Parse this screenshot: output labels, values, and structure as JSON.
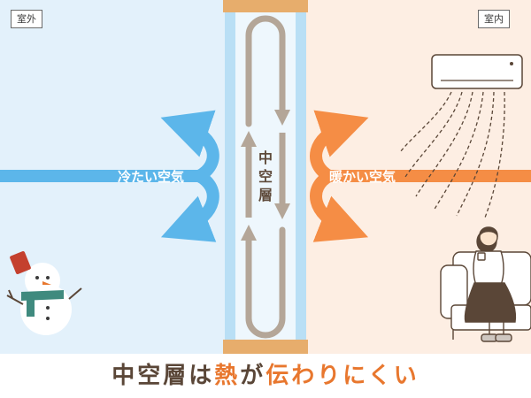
{
  "outside": {
    "label": "室外"
  },
  "inside": {
    "label": "室内"
  },
  "cold_air": {
    "label": "冷たい空気"
  },
  "warm_air": {
    "label": "暖かい空気"
  },
  "gap": {
    "label_chars": [
      "中",
      "空",
      "層"
    ]
  },
  "caption": {
    "part1": "中空層は",
    "part2": "熱",
    "part3": "が",
    "part4": "伝わりにくい"
  },
  "colors": {
    "outside_bg": "#e3f1fb",
    "inside_bg": "#fdeee3",
    "cold_arrow": "#5cb6ea",
    "warm_arrow": "#f58d45",
    "glass": "#b9dff5",
    "frame": "#e7ad6c",
    "convection": "#b4a698",
    "caption_dark": "#5a4637",
    "caption_accent": "#e8772e"
  },
  "icons": [
    "snowman-icon",
    "air-conditioner-icon",
    "woman-on-sofa-icon"
  ]
}
